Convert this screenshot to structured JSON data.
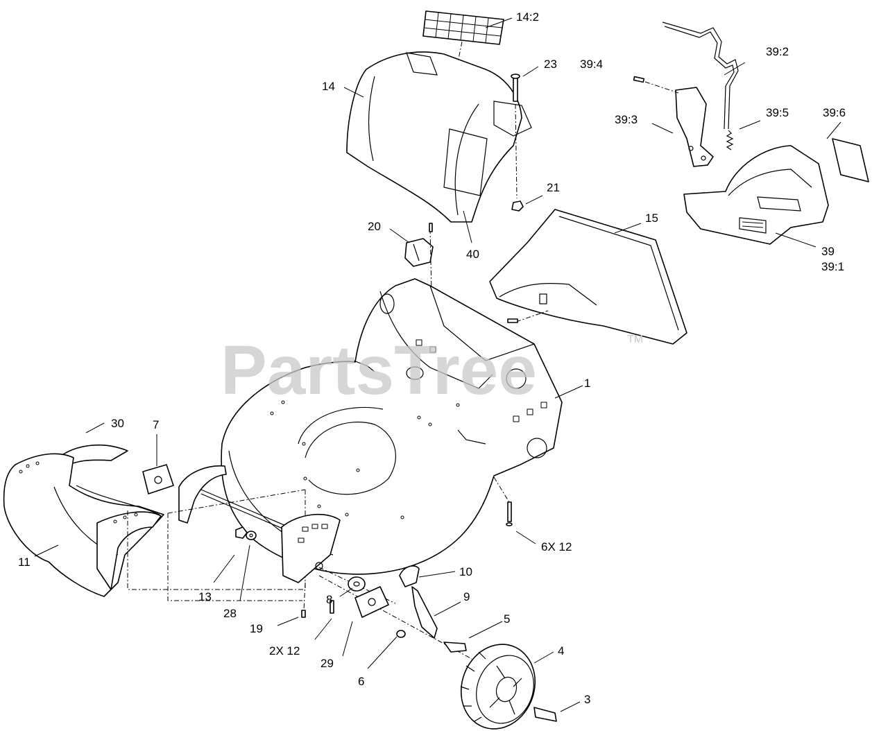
{
  "watermark": {
    "text": "PartsTree",
    "trademark": "TM",
    "color": "#c8c8c8"
  },
  "callouts": {
    "c14_2": "14:2",
    "c23": "23",
    "c14": "14",
    "c21": "21",
    "c40": "40",
    "c20": "20",
    "c15": "15",
    "c39_4": "39:4",
    "c39_2": "39:2",
    "c39_3": "39:3",
    "c39_5": "39:5",
    "c39_6": "39:6",
    "c39": "39",
    "c39_1": "39:1",
    "c1": "1",
    "c30": "30",
    "c7": "7",
    "c11": "11",
    "c13": "13",
    "c28": "28",
    "c6x12": "6X 12",
    "c10": "10",
    "c8": "8",
    "c9": "9",
    "c19": "19",
    "c5": "5",
    "c2x12": "2X 12",
    "c29": "29",
    "c4": "4",
    "c6": "6",
    "c3": "3"
  }
}
